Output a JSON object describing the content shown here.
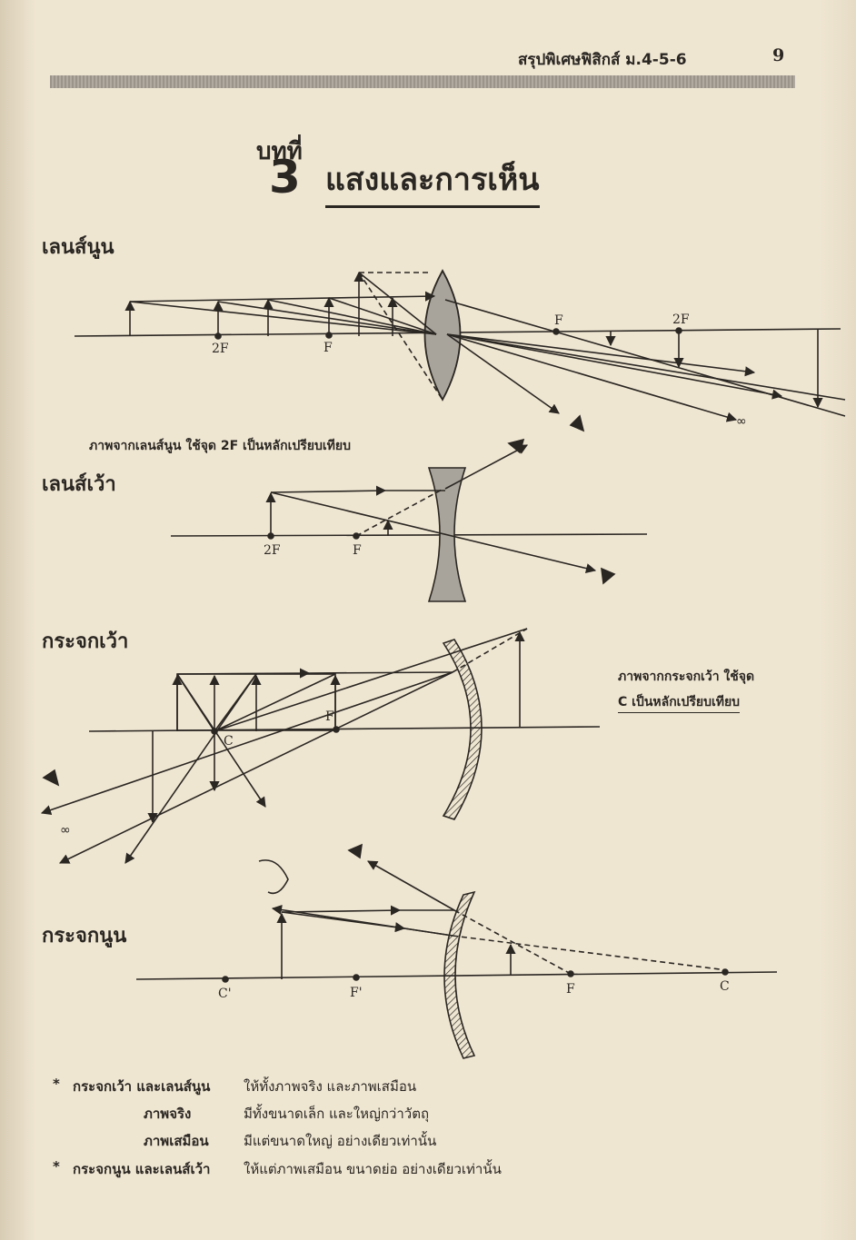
{
  "header": {
    "book_title": "สรุปพิเศษฟิสิกส์  ม.4-5-6",
    "page_number": "9"
  },
  "chapter": {
    "word": "บทที่",
    "number": "3",
    "title": "แสงและการเห็น"
  },
  "sections": {
    "convex_lens": {
      "label": "เลนส์นูน",
      "point_labels": [
        "2F",
        "F",
        "F",
        "2F"
      ],
      "infinity": "∞",
      "caption": "ภาพจากเลนส์นูน ใช้จุด 2F  เป็นหลักเปรียบเทียบ"
    },
    "concave_lens": {
      "label": "เลนส์เว้า",
      "point_labels": [
        "2F",
        "F"
      ]
    },
    "concave_mirror": {
      "label": "กระจกเว้า",
      "point_labels": [
        "C",
        "F"
      ],
      "infinity": "∞",
      "note_line1": "ภาพจากกระจกเว้า  ใช้จุด",
      "note_line2": "C  เป็นหลักเปรียบเทียบ"
    },
    "convex_mirror": {
      "label": "กระจกนูน",
      "point_labels": [
        "C'",
        "F'",
        "F",
        "C"
      ]
    }
  },
  "summary": [
    {
      "bullet": "*",
      "term": "กระจกเว้า  และเลนส์นูน",
      "desc": "ให้ทั้งภาพจริง  และภาพเสมือน"
    },
    {
      "bullet": "",
      "term": "ภาพจริง",
      "desc": "มีทั้งขนาดเล็ก  และใหญ่กว่าวัตถุ"
    },
    {
      "bullet": "",
      "term": "ภาพเสมือน",
      "desc": "มีแต่ขนาดใหญ่  อย่างเดียวเท่านั้น"
    },
    {
      "bullet": "*",
      "term": "กระจกนูน  และเลนส์เว้า",
      "desc": "ให้แต่ภาพเสมือน  ขนาดย่อ  อย่างเดียวเท่านั้น"
    }
  ]
}
